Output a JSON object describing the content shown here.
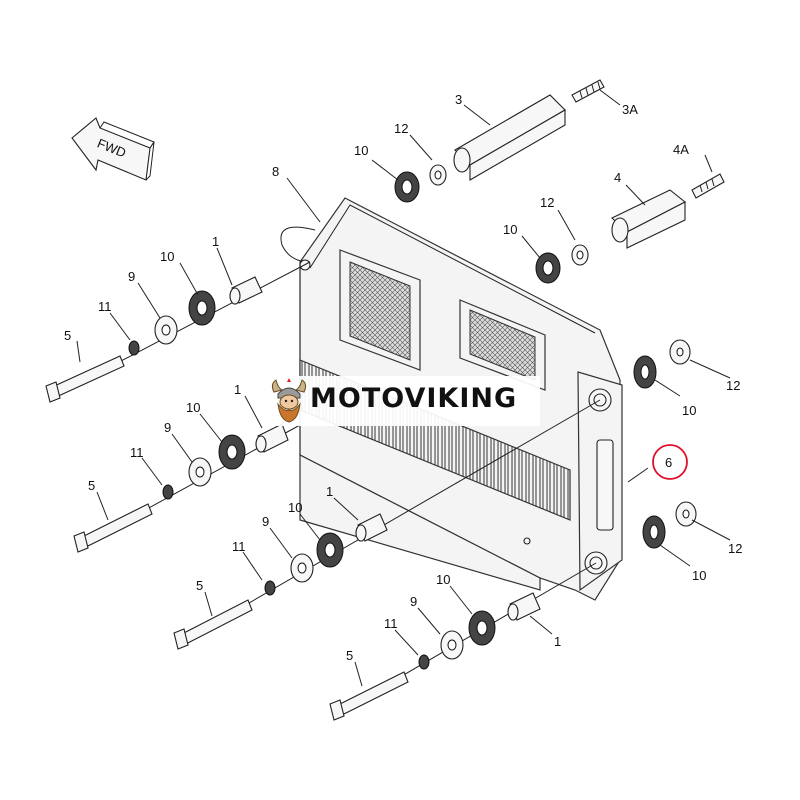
{
  "direction_label": "FWD",
  "brand": {
    "name": "MOTOVIKING"
  },
  "highlight_color": "#e0102a",
  "callouts": {
    "c3": "3",
    "c3a": "3A",
    "c4": "4",
    "c4a": "4A",
    "c8": "8",
    "c6": "6",
    "c10_top_a": "10",
    "c12_top_a": "12",
    "c10_top_b": "10",
    "c12_top_b": "12",
    "c10_r1": "10",
    "c12_r1": "12",
    "c10_r2": "10",
    "c12_r2": "12",
    "c1_row1": "1",
    "c10_row1": "10",
    "c9_row1": "9",
    "c11_row1": "11",
    "c5_row1": "5",
    "c1_row2": "1",
    "c10_row2": "10",
    "c9_row2": "9",
    "c11_row2": "11",
    "c5_row2": "5",
    "c1_row3": "1",
    "c10_row3": "10",
    "c9_row3": "9",
    "c11_row3": "11",
    "c5_row3": "5",
    "c1_row4": "1",
    "c10_row4": "10",
    "c9_row4": "9",
    "c11_row4": "11",
    "c5_row4": "5"
  }
}
